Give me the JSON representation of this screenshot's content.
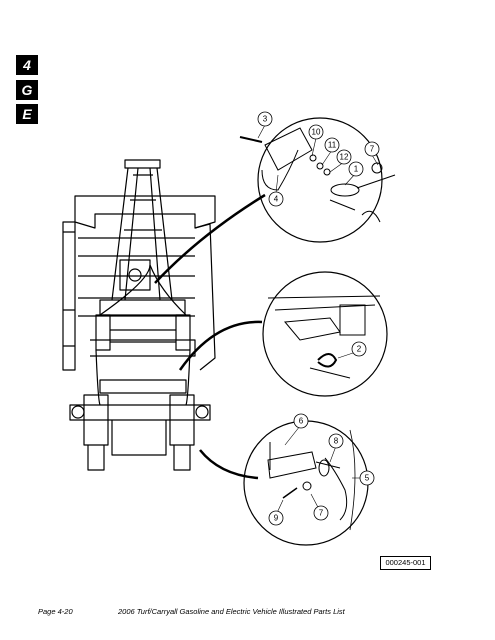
{
  "section_tabs": [
    "4",
    "G",
    "E"
  ],
  "callouts": {
    "c1": "1",
    "c2": "2",
    "c3": "3",
    "c4": "4",
    "c5": "5",
    "c6": "6",
    "c7a": "7",
    "c7b": "7",
    "c8": "8",
    "c9": "9",
    "c10": "10",
    "c11": "11",
    "c12": "12"
  },
  "figure_number": "000245-001",
  "footer": {
    "page": "Page 4-20",
    "title": "2006 Turf/Carryall Gasoline and Electric Vehicle Illustrated Parts List"
  }
}
